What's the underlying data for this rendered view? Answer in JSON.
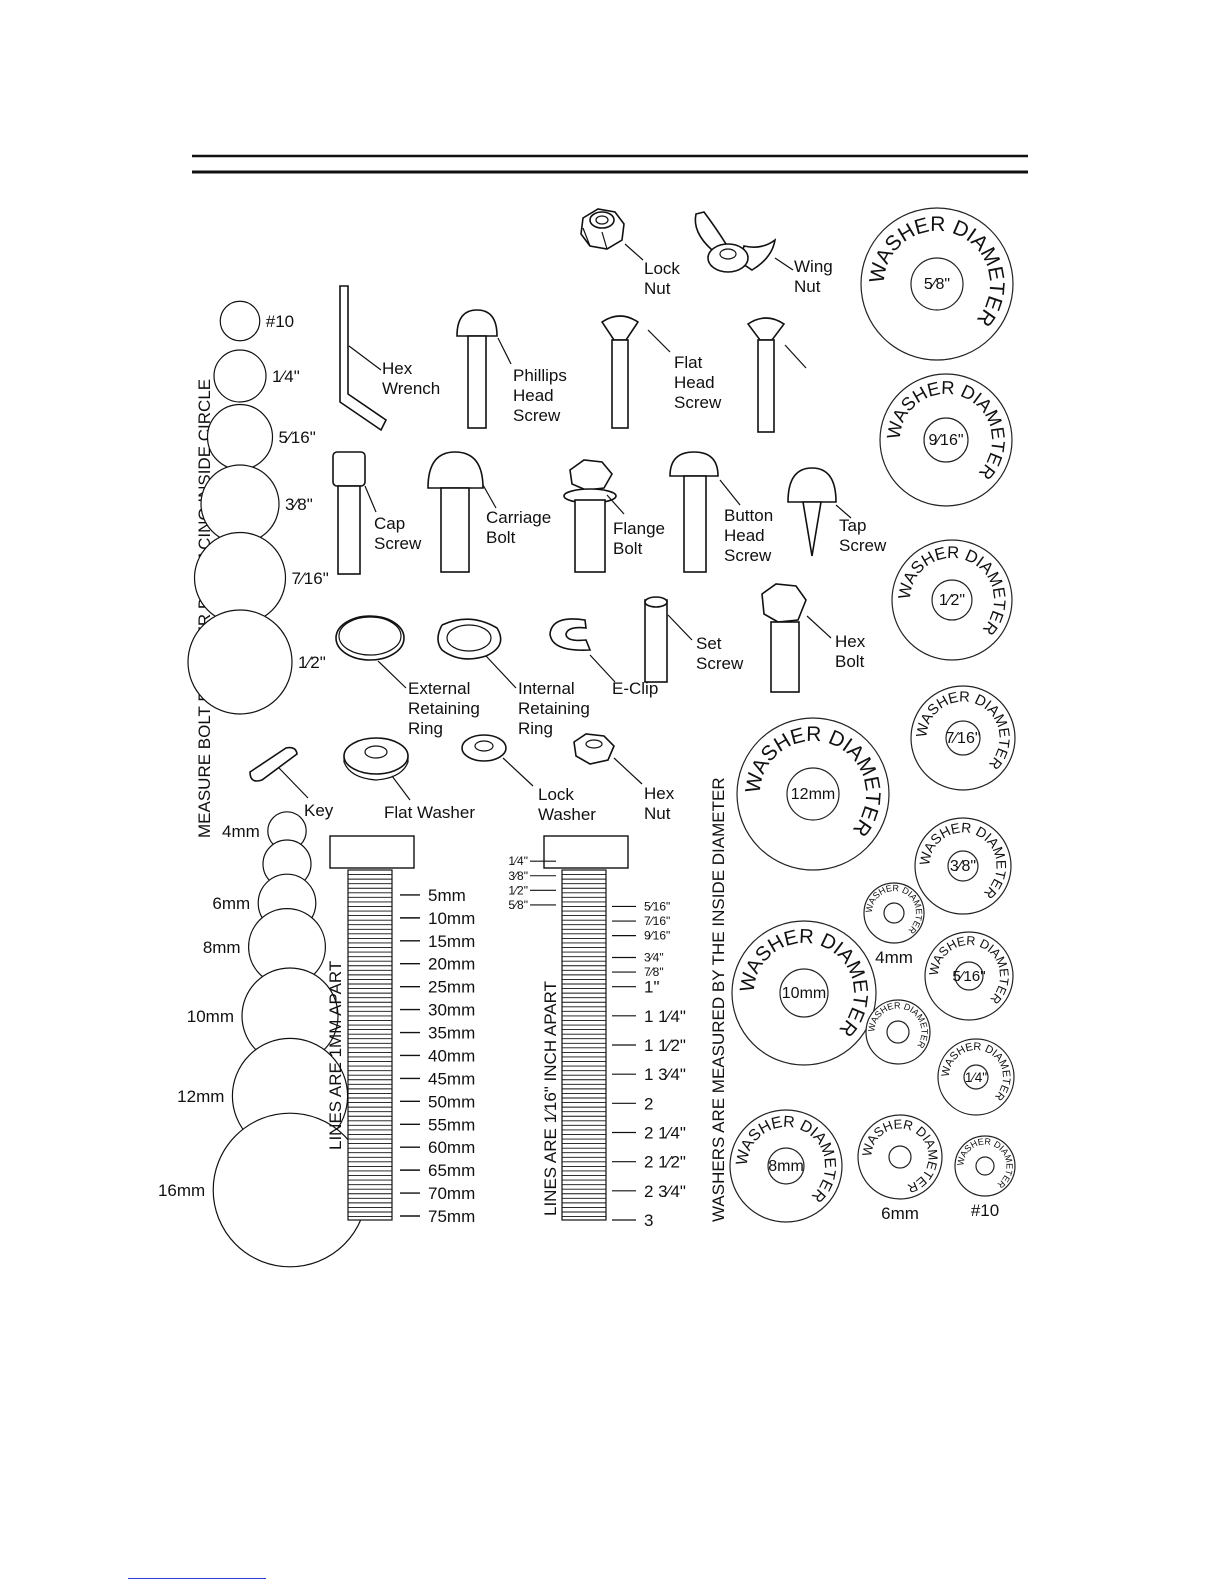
{
  "colors": {
    "ink": "#111111",
    "paper": "#ffffff",
    "link": "#2b3fd6"
  },
  "bolt_gauge": {
    "title": "MEASURE BOLT DIAMETER BY PLACING INSIDE CIRCLE",
    "inch_sizes": [
      {
        "label": "#10",
        "diameter_in": 0.19
      },
      {
        "label": "1⁄4\"",
        "diameter_in": 0.25
      },
      {
        "label": "5⁄16\"",
        "diameter_in": 0.3125
      },
      {
        "label": "3⁄8\"",
        "diameter_in": 0.375
      },
      {
        "label": "7⁄16\"",
        "diameter_in": 0.4375
      },
      {
        "label": "1⁄2\"",
        "diameter_in": 0.5
      }
    ],
    "metric_sizes": [
      {
        "label": "4mm",
        "diameter_mm": 4
      },
      {
        "label": "",
        "diameter_mm": 5
      },
      {
        "label": "6mm",
        "diameter_mm": 6
      },
      {
        "label": "8mm",
        "diameter_mm": 8
      },
      {
        "label": "10mm",
        "diameter_mm": 10
      },
      {
        "label": "12mm",
        "diameter_mm": 12
      },
      {
        "label": "16mm",
        "diameter_mm": 16
      }
    ]
  },
  "hardware": {
    "lock_nut": "Lock\nNut",
    "wing_nut": "Wing\nNut",
    "hex_wrench": "Hex\nWrench",
    "phillips_head_screw": "Phillips\nHead\nScrew",
    "flat_head_screw": "Flat\nHead\nScrew",
    "cap_screw": "Cap\nScrew",
    "carriage_bolt": "Carriage\nBolt",
    "flange_bolt": "Flange\nBolt",
    "button_head_screw": "Button\nHead\nScrew",
    "tap_screw": "Tap\nScrew",
    "external_retaining_ring": "External\nRetaining\nRing",
    "internal_retaining_ring": "Internal\nRetaining\nRing",
    "e_clip": "E-Clip",
    "set_screw": "Set\nScrew",
    "hex_bolt": "Hex\nBolt",
    "key": "Key",
    "flat_washer": "Flat Washer",
    "lock_washer": "Lock\nWasher",
    "hex_nut": "Hex\nNut"
  },
  "metric_ruler": {
    "caption": "LINES ARE 1MM APART",
    "marks": [
      "5mm",
      "10mm",
      "15mm",
      "20mm",
      "25mm",
      "30mm",
      "35mm",
      "40mm",
      "45mm",
      "50mm",
      "55mm",
      "60mm",
      "65mm",
      "70mm",
      "75mm"
    ]
  },
  "inch_ruler": {
    "caption": "LINES ARE 1⁄16\" INCH APART",
    "left_marks": [
      "1⁄4\"",
      "3⁄8\"",
      "1⁄2\"",
      "5⁄8\""
    ],
    "right_marks": [
      "5⁄16\"",
      "7⁄16\"",
      "9⁄16\"",
      "3⁄4\"",
      "7⁄8\"",
      "1\"",
      "1 1⁄4\"",
      "1 1⁄2\"",
      "1 3⁄4\"",
      "2",
      "2 1⁄4\"",
      "2 1⁄2\"",
      "2 3⁄4\"",
      "3"
    ]
  },
  "washer_gauge": {
    "title": "WASHERS ARE MEASURED BY THE INSIDE DIAMETER",
    "ring_text": "WASHER DIAMETER",
    "washers": [
      {
        "size": "5⁄8\"",
        "outside": ""
      },
      {
        "size": "9⁄16\"",
        "outside": ""
      },
      {
        "size": "1⁄2\"",
        "outside": ""
      },
      {
        "size": "7⁄16\"",
        "outside": ""
      },
      {
        "size": "12mm",
        "outside": ""
      },
      {
        "size": "3⁄8\"",
        "outside": ""
      },
      {
        "size": "",
        "outside": "4mm"
      },
      {
        "size": "5⁄16\"",
        "outside": ""
      },
      {
        "size": "10mm",
        "outside": ""
      },
      {
        "size": "",
        "outside": ""
      },
      {
        "size": "1⁄4\"",
        "outside": ""
      },
      {
        "size": "8mm",
        "outside": ""
      },
      {
        "size": "",
        "outside": "6mm"
      },
      {
        "size": "",
        "outside": "#10"
      }
    ]
  }
}
